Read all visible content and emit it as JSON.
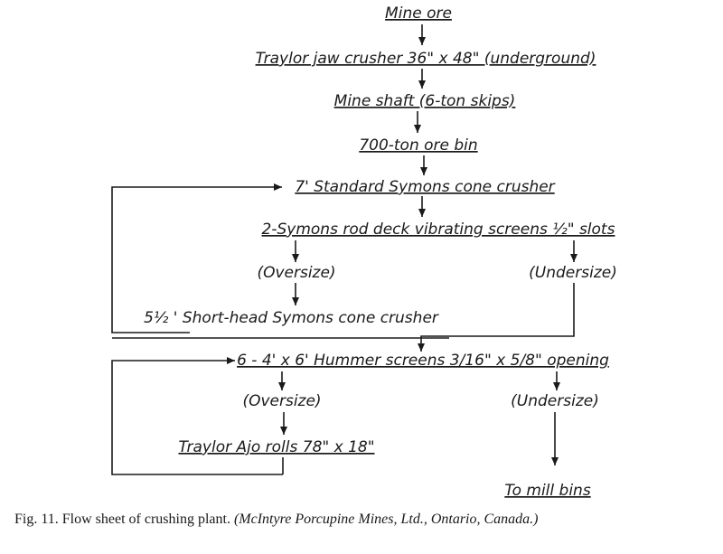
{
  "diagram": {
    "nodes": {
      "mine_ore": "Mine ore",
      "jaw_crusher": "Traylor jaw crusher 36\" x 48\" (underground)",
      "mine_shaft": "Mine shaft (6-ton skips)",
      "ore_bin": "700-ton ore bin",
      "cone_crusher": "7' Standard Symons cone crusher",
      "rod_deck_screens": "2-Symons rod deck vibrating screens ½\" slots",
      "oversize_1": "(Oversize)",
      "undersize_1": "(Undersize)",
      "short_head_crusher": "5½ ' Short-head Symons cone crusher",
      "hummer_screens": "6 - 4' x 6' Hummer screens 3/16\" x 5/8\" opening",
      "oversize_2": "(Oversize)",
      "undersize_2": "(Undersize)",
      "ajo_rolls": "Traylor Ajo rolls 78\" x 18\"",
      "mill_bins": "To mill bins"
    }
  },
  "caption": {
    "label": "Fig. 11.",
    "text": "Flow sheet of crushing plant.",
    "source": "(McIntyre Porcupine Mines, Ltd., Ontario, Canada.)"
  }
}
